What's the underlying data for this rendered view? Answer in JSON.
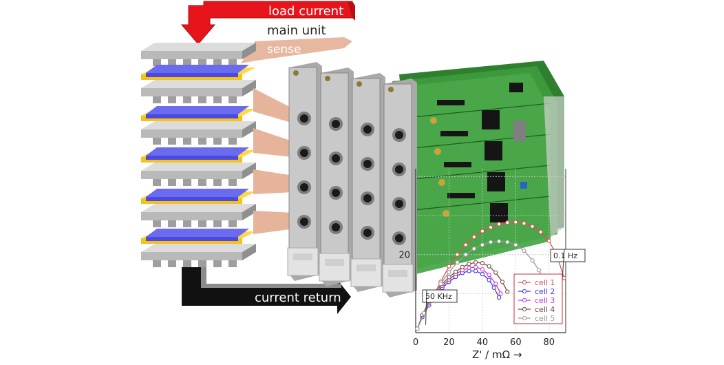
{
  "labels": {
    "load_current": "load current",
    "main_unit": "main unit",
    "sense": "sense",
    "current_return": "current return"
  },
  "colors": {
    "load_arrow": "#e8141c",
    "return_arrow": "#111111",
    "sense_band": "#e6b49a",
    "bipolar_plate": "#b9b9b9",
    "membrane": "#f4c218",
    "electrode": "#4a4ae0",
    "pcb": "#3c9a3c",
    "faceplate": "#c9c9c9"
  },
  "chart_data": {
    "type": "scatter",
    "title": "",
    "xlabel": "Z' / mΩ  →",
    "ylabel": "",
    "xlim": [
      0,
      90
    ],
    "ylim": [
      0,
      42
    ],
    "x_ticks": [
      "0",
      "20",
      "40",
      "60",
      "80"
    ],
    "y_ticks": [
      "20"
    ],
    "grid": true,
    "legend_position": "bottom-right",
    "annotations": [
      {
        "text": "0.1 Hz",
        "x": 88,
        "y": 14
      },
      {
        "text": "50 KHz",
        "x": 6,
        "y": 2
      }
    ],
    "series": [
      {
        "name": "cell 1",
        "color": "#e05050",
        "x": [
          1,
          5,
          10,
          15,
          20,
          25,
          30,
          35,
          40,
          45,
          50,
          55,
          60,
          65,
          70,
          75,
          80,
          85,
          89
        ],
        "y": [
          1,
          5,
          9,
          13,
          17,
          20,
          22.5,
          24.5,
          26,
          27,
          27.8,
          28.2,
          28.3,
          28,
          27.2,
          25.8,
          23.5,
          19.5,
          14
        ]
      },
      {
        "name": "cell 2",
        "color": "#3b3bd6",
        "x": [
          1,
          4,
          8,
          12,
          16,
          20,
          24,
          28,
          32,
          36,
          40,
          44,
          47,
          50
        ],
        "y": [
          1,
          4,
          7,
          9.5,
          11.5,
          13,
          14.3,
          15.3,
          15.8,
          15.8,
          15,
          13.5,
          11.5,
          9
        ]
      },
      {
        "name": "cell 3",
        "color": "#cc33cc",
        "x": [
          1,
          4,
          8,
          12,
          16,
          20,
          24,
          28,
          32,
          36,
          40,
          44,
          48,
          51
        ],
        "y": [
          1,
          4.5,
          7.5,
          10,
          12,
          13.6,
          15,
          16,
          16.6,
          16.8,
          16.2,
          14.8,
          12.5,
          10
        ]
      },
      {
        "name": "cell 4",
        "color": "#7a4a3a",
        "x": [
          1,
          4,
          8,
          12,
          16,
          20,
          24,
          28,
          32,
          36,
          40,
          44,
          48,
          52,
          55
        ],
        "y": [
          1,
          4.5,
          8,
          10.5,
          12.5,
          14.2,
          15.6,
          16.8,
          17.6,
          18,
          17.8,
          17,
          15.4,
          13,
          10.5
        ]
      },
      {
        "name": "cell 5",
        "color": "#9a9a9a",
        "x": [
          1,
          5,
          10,
          15,
          20,
          25,
          30,
          35,
          40,
          45,
          50,
          55,
          60,
          65,
          70,
          74,
          78
        ],
        "y": [
          1,
          5,
          9,
          12.5,
          15.5,
          18,
          20,
          21.5,
          22.5,
          23.2,
          23.4,
          23.2,
          22.5,
          21,
          18.5,
          16,
          12
        ]
      }
    ]
  }
}
